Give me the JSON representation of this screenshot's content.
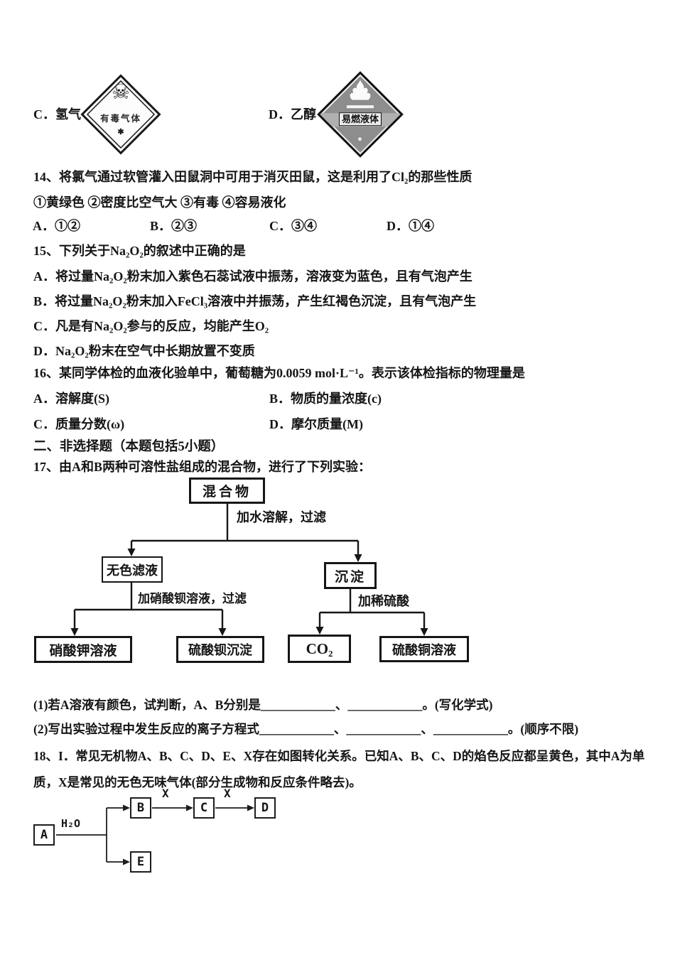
{
  "colors": {
    "paper": "#ffffff",
    "ink": "#151515",
    "sign_gray": "#8d8d8d"
  },
  "q13": {
    "option_c": "C．氢气",
    "option_d": "D．乙醇",
    "toxic_sign_icon": "☠",
    "toxic_sign_label": "有毒气体",
    "toxic_sign_mark": "✱",
    "flammable_sign_label": "易燃液体"
  },
  "q14": {
    "stem": "14、将氯气通过软管灌入田鼠洞中可用于消灭田鼠，这是利用了Cl₂的那些性质",
    "items": "①黄绿色 ②密度比空气大 ③有毒 ④容易液化",
    "opt_a": "A．①②",
    "opt_b": "B．②③",
    "opt_c": "C．③④",
    "opt_d": "D．①④"
  },
  "q15": {
    "stem": "15、下列关于Na₂O₂的叙述中正确的是",
    "opt_a": "A．将过量Na₂O₂粉末加入紫色石蕊试液中振荡，溶液变为蓝色，且有气泡产生",
    "opt_b": "B．将过量Na₂O₂粉末加入FeCl₃溶液中并振荡，产生红褐色沉淀，且有气泡产生",
    "opt_c": "C．凡是有Na₂O₂参与的反应，均能产生O₂",
    "opt_d": "D．Na₂O₂粉末在空气中长期放置不变质"
  },
  "q16": {
    "stem": "16、某同学体检的血液化验单中，葡萄糖为0.0059 mol·L⁻¹。表示该体检指标的物理量是",
    "opt_a": "A．溶解度(S)",
    "opt_b": "B．物质的量浓度(c)",
    "opt_c": "C．质量分数(ω)",
    "opt_d": "D．摩尔质量(M)"
  },
  "section2_heading": "二、非选择题（本题包括5小题）",
  "q17": {
    "stem": "17、由A和B两种可溶性盐组成的混合物，进行了下列实验：",
    "flow": {
      "mixture": "混合物",
      "step_dissolve": "加水溶解，过滤",
      "filtrate": "无色滤液",
      "precipitate": "沉淀",
      "step_banitrate": "加硝酸钡溶液，过滤",
      "step_h2so4": "加稀硫酸",
      "kno3": "硝酸钾溶液",
      "baso4": "硫酸钡沉淀",
      "co2": "CO₂",
      "cuso4": "硫酸铜溶液"
    },
    "sub1": "(1)若A溶液有颜色，试判断，A、B分别是____________、____________。(写化学式)",
    "sub2": "(2)写出实验过程中发生反应的离子方程式____________、____________、____________。(顺序不限)"
  },
  "q18": {
    "stem": "18、I．常见无机物A、B、C、D、E、X存在如图转化关系。已知A、B、C、D的焰色反应都呈黄色，其中A为单质，X是常见的无色无味气体(部分生成物和反应条件略去)。",
    "diagram": {
      "a": "A",
      "b": "B",
      "c": "C",
      "d": "D",
      "e": "E",
      "water": "H₂O",
      "x1": "X",
      "x2": "X"
    }
  }
}
